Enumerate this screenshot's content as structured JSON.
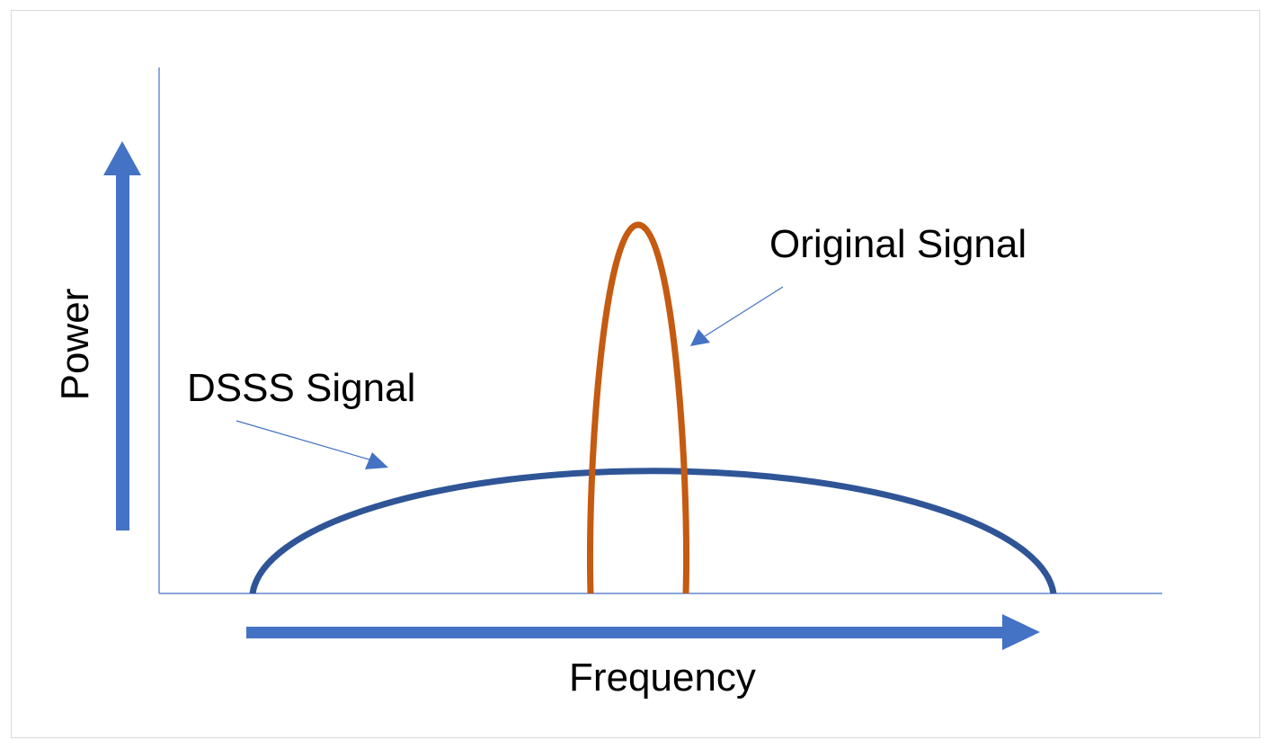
{
  "labels": {
    "y_axis": "Power",
    "x_axis": "Frequency",
    "dsss": "DSSS Signal",
    "original": "Original Signal"
  },
  "colors": {
    "axis": "#4472c4",
    "dsss": "#2f5597",
    "original": "#c55a11",
    "border": "#d9d9d9"
  }
}
